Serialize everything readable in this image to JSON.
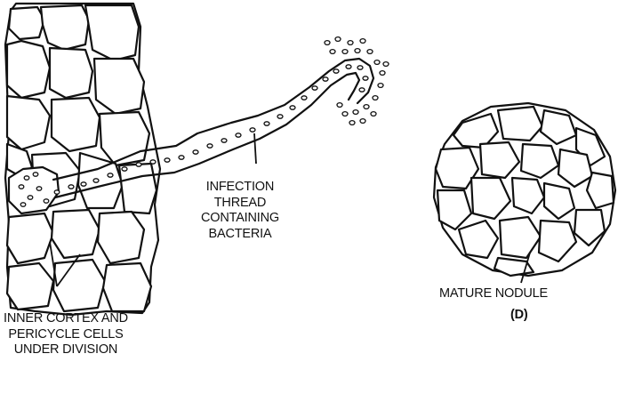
{
  "labels": {
    "infection_thread": [
      "INFECTION",
      "THREAD",
      "CONTAINING",
      "BACTERIA"
    ],
    "inner_cortex": [
      "INNER CORTEX AND",
      "PERICYCLE CELLS",
      "UNDER DIVISION"
    ],
    "mature_nodule": "MATURE NODULE",
    "panel_letter": "(D)"
  },
  "colors": {
    "line": "#111111",
    "background": "#ffffff"
  }
}
